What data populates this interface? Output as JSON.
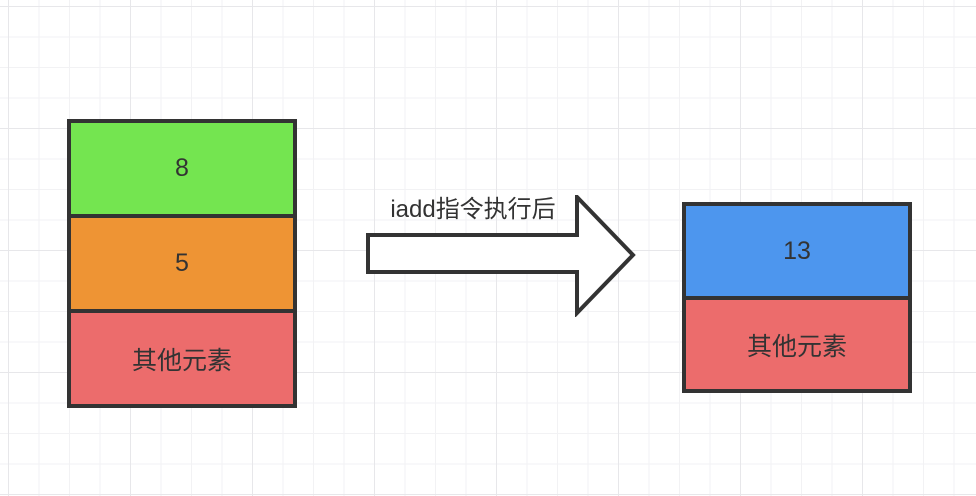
{
  "diagram": {
    "arrow": {
      "label": "iadd指令执行后",
      "fill": "#ffffff",
      "stroke": "#333333"
    },
    "left_stack": {
      "cells": [
        {
          "label": "8",
          "color": "#74e550"
        },
        {
          "label": "5",
          "color": "#ee9434"
        },
        {
          "label": "其他元素",
          "color": "#ec6c6c"
        }
      ]
    },
    "right_stack": {
      "cells": [
        {
          "label": "13",
          "color": "#4d96ee"
        },
        {
          "label": "其他元素",
          "color": "#ec6c6c"
        }
      ]
    },
    "style": {
      "border_color": "#333333",
      "text_color": "#333333",
      "background": "#ffffff",
      "grid_minor": "#f2f2f4",
      "grid_major": "#e7e7ea"
    }
  }
}
